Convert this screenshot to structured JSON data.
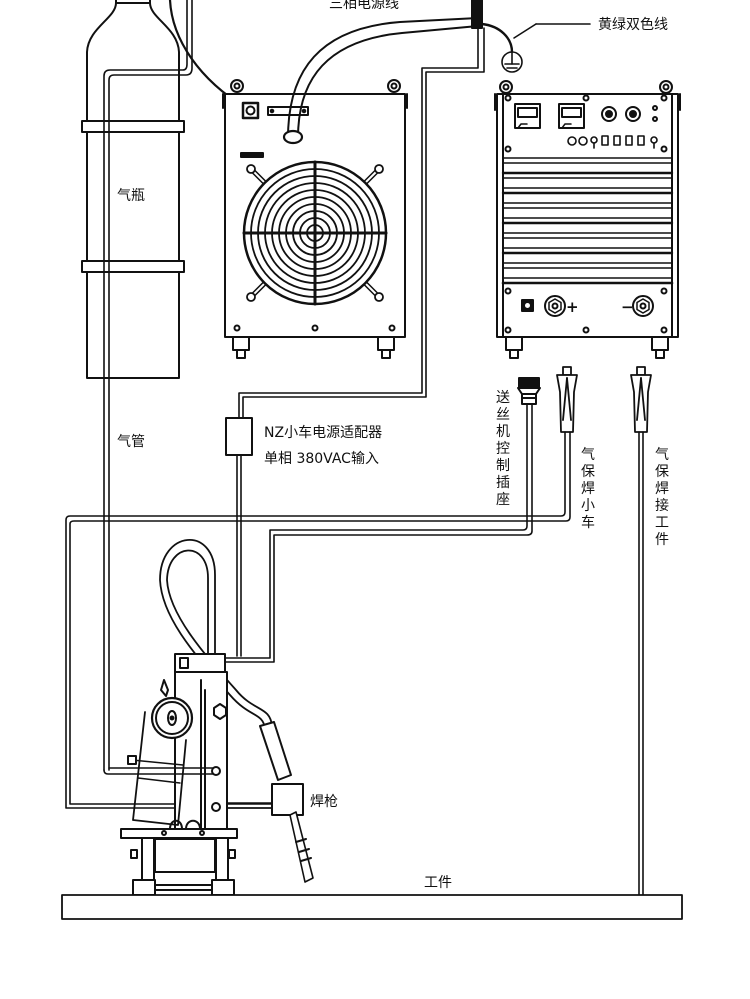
{
  "diagram": {
    "title": "Gas-shielded welding tractor wiring diagram",
    "colors": {
      "line": "#111111",
      "background": "#ffffff"
    },
    "labels": {
      "three_phase_power": "三相电源线",
      "ground_wire": "黄绿双色线",
      "gas_cylinder": "气瓶",
      "gas_hose": "气管",
      "adapter_line1": "NZ小车电源适配器",
      "adapter_line2": "单相 380VAC输入",
      "wire_feeder_socket": [
        "送",
        "丝",
        "机",
        "控",
        "制",
        "插",
        "座"
      ],
      "tractor_cable": [
        "气",
        "保",
        "焊",
        "小",
        "车"
      ],
      "workpiece_cable": [
        "气",
        "保",
        "焊",
        "接",
        "工",
        "件"
      ],
      "welding_torch": "焊枪",
      "workpiece": "工件"
    },
    "components": [
      {
        "id": "gas-cylinder",
        "name": "Gas cylinder"
      },
      {
        "id": "fan-unit",
        "name": "Cooling / power unit with fan"
      },
      {
        "id": "welding-power-source",
        "name": "Welding power source"
      },
      {
        "id": "nz-adapter",
        "name": "NZ tractor power adapter"
      },
      {
        "id": "welding-tractor",
        "name": "Welding tractor"
      },
      {
        "id": "workpiece",
        "name": "Workpiece"
      }
    ],
    "terminals": {
      "positive": "+",
      "negative": "−"
    },
    "symbols": {
      "ground": "protective-earth"
    }
  }
}
